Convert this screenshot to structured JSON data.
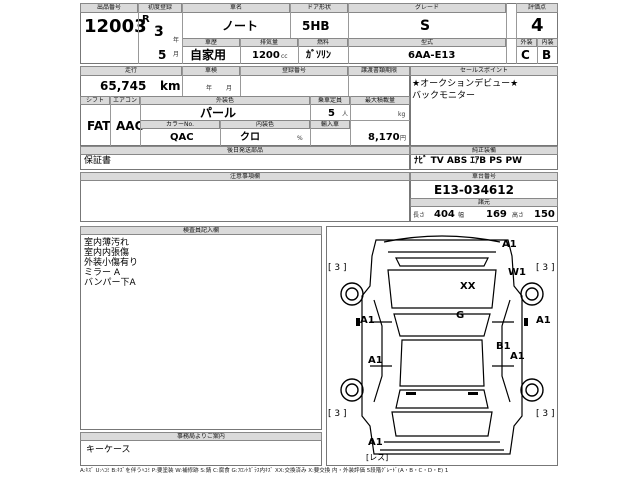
{
  "header_row": {
    "lot_label": "出品番号",
    "lot": "12003",
    "reg_label": "初度登録",
    "era": "R",
    "year": "3",
    "year_unit": "年",
    "month": "5",
    "month_unit": "月",
    "car_label": "車名",
    "car": "ノート",
    "body_label": "ドア形状",
    "body": "5HB",
    "grade_label": "グレード",
    "grade": "S",
    "score_label": "評価点",
    "score": "4",
    "usage_label": "車歴",
    "usage": "自家用",
    "disp_label": "排気量",
    "disp": "1200",
    "disp_unit": "cc",
    "fuel_label": "燃料",
    "fuel": "ｶﾞｿﾘﾝ",
    "model_label": "型式",
    "model": "6AA-E13",
    "ext_label": "外装",
    "ext": "C",
    "int_label": "内装",
    "int": "B"
  },
  "row2": {
    "mileage_label": "走行",
    "mileage": "65,745",
    "mileage_unit": "km",
    "inspect_label": "車検",
    "inspect_year": "年",
    "inspect_month": "月",
    "reg_no_label": "登録番号",
    "recycle_label": "譲渡書類期限",
    "sales_label": "セールスポイント",
    "sales_lines": [
      "★オークションデビュー★",
      "バックモニター"
    ],
    "shift_label": "シフト",
    "shift": "FAT",
    "ac_label": "エアコン",
    "ac": "AAC",
    "color_label": "外装色",
    "color": "パール",
    "capacity_label": "乗車定員",
    "capacity": "5",
    "capacity_unit": "人",
    "load_label": "最大積載量",
    "load_unit": "kg",
    "color_no_label": "カラーNo.",
    "color_no": "QAC",
    "int_color_label": "内装色",
    "int_color": "クロ",
    "import_label": "輸入車",
    "recycle_fee": "8,170",
    "recycle_unit": "円",
    "pct_unit": "%"
  },
  "equipment": {
    "later_label": "後日発送部品",
    "later": "保証書",
    "genuine_label": "純正装備",
    "genuine": "ﾅﾋﾞ TV ABS ｴｱB PS PW"
  },
  "notes": {
    "label": "注意事項欄"
  },
  "chassis": {
    "label": "車台番号",
    "value": "E13-034612",
    "dims_label": "諸元",
    "len_label": "長さ",
    "len": "404",
    "wid_label": "幅",
    "wid": "169",
    "hgt_label": "高さ",
    "hgt": "150"
  },
  "inspector": {
    "label": "検査員記入欄",
    "lines": [
      "室内薄汚れ",
      "室内内張傷",
      "外装小傷有り",
      "ミラー A",
      "バンパー下A"
    ]
  },
  "diagram": {
    "marks": {
      "a1_top": "A1",
      "w1": "W1",
      "xx": "XX",
      "g": "G",
      "a1_left": "A1",
      "a1_center": "A1",
      "a1_right": "A1",
      "b1": "B1",
      "a1_low": "A1",
      "a1_bottom": "A1",
      "tag_tl": "[ 3 ]",
      "tag_tr": "[ 3 ]",
      "tag_bl": "[ 3 ]",
      "tag_br": "[ 3 ]",
      "less": "[レス]"
    }
  },
  "office": {
    "label": "事務局よりご案内",
    "value": "キーケース"
  },
  "legend": "A:ｷｽﾞ U:ﾍｺﾐ B:ｷｽﾞを伴うﾍｺﾐ P:要塗装 W:補修跡 S:錆 C:腐食 G:ﾌﾛﾝﾄｶﾞﾗｽ内ｷｽﾞ XX:交換済み X:要交換 内・外装評価 5段階ｸﾞﾚｰﾄﾞ(A・B・C・D・E) 1"
}
